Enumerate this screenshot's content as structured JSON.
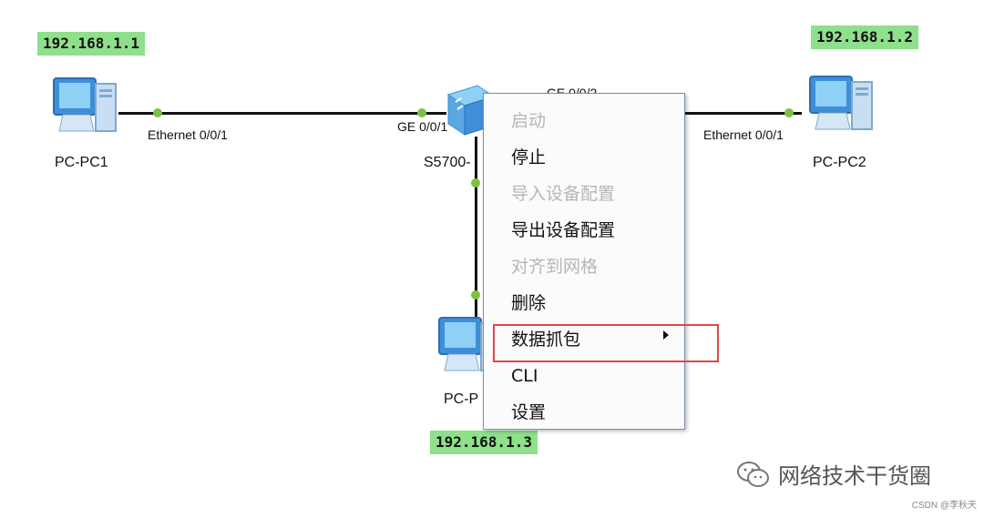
{
  "topology": {
    "ip_labels": {
      "pc1": "192.168.1.1",
      "pc2": "192.168.1.2",
      "pc3": "192.168.1.3"
    },
    "devices": {
      "pc1": "PC-PC1",
      "pc2": "PC-PC2",
      "pc3": "PC-P",
      "switch": "S5700-"
    },
    "ports": {
      "pc1_eth": "Ethernet 0/0/1",
      "sw_ge1": "GE 0/0/1",
      "sw_ge2": "GE 0/0/2",
      "pc2_eth": "Ethernet 0/0/1"
    },
    "colors": {
      "ip_bg": "#8ee08a",
      "port_dot": "#7cc242",
      "highlight": "#e0474c"
    }
  },
  "context_menu": {
    "items": [
      {
        "label": "启动",
        "enabled": false
      },
      {
        "label": "停止",
        "enabled": true
      },
      {
        "label": "导入设备配置",
        "enabled": false
      },
      {
        "label": "导出设备配置",
        "enabled": true
      },
      {
        "label": "对齐到网格",
        "enabled": false
      },
      {
        "label": "删除",
        "enabled": true
      },
      {
        "label": "数据抓包",
        "enabled": true,
        "has_submenu": true,
        "highlighted": true
      },
      {
        "label": "CLI",
        "enabled": true
      },
      {
        "label": "设置",
        "enabled": true
      }
    ]
  },
  "watermark": {
    "text": "网络技术干货圈",
    "source": "CSDN @李秋天"
  }
}
